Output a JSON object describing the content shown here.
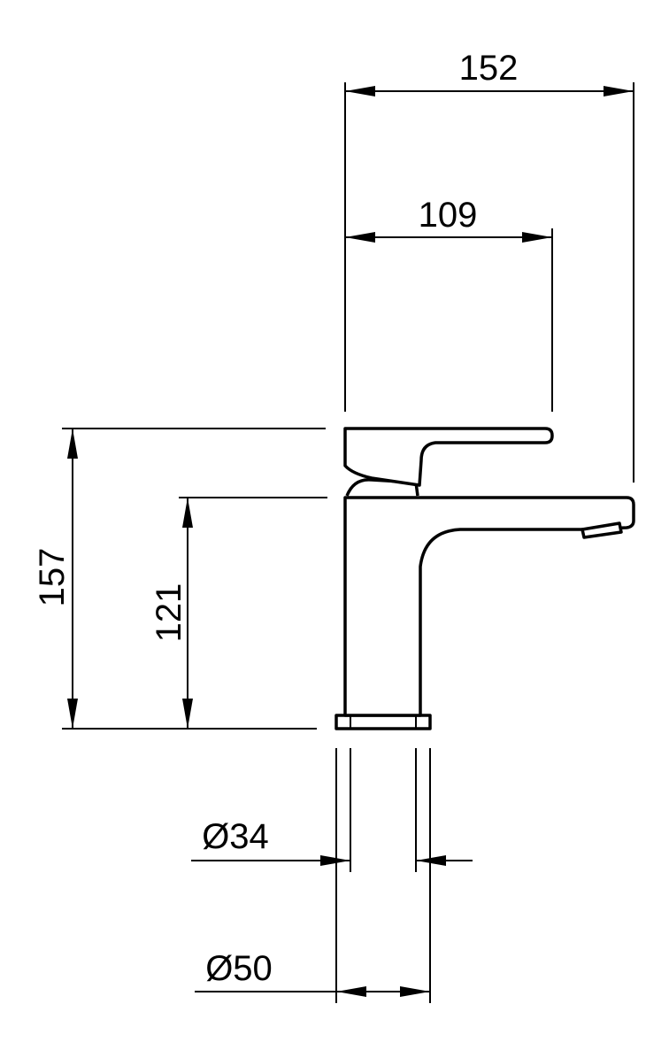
{
  "dimensions": {
    "total_width": "152",
    "handle_width": "109",
    "total_height": "157",
    "spout_height": "121",
    "inner_diameter": "Ø34",
    "base_diameter": "Ø50"
  },
  "colors": {
    "line": "#000000",
    "background": "#ffffff"
  }
}
